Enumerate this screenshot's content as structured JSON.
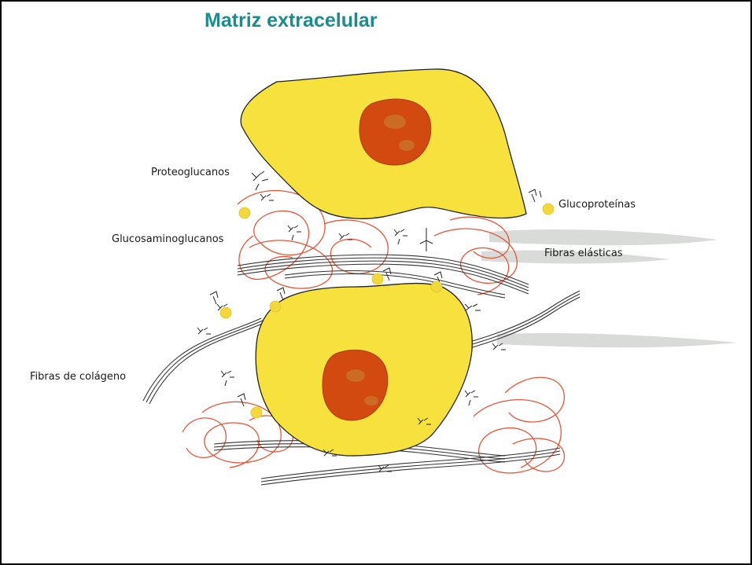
{
  "slide": {
    "title": "Matriz extracelular"
  },
  "diagram": {
    "labels": {
      "proteoglycans": "Proteoglucanos",
      "glycoproteins": "Glucoproteínas",
      "glycosaminoglycans": "Glucosaminoglucanos",
      "elastic_fibers": "Fibras elásticas",
      "collagen_fibers": "Fibras de colágeno"
    },
    "colors": {
      "title": "#1a8c8c",
      "cell": "#f7e13c",
      "nucleus": "#d24a10",
      "nucleus_light": "#c9732c",
      "elastic_fiber": "#d9dbd9",
      "red_fiber": "#e0583c",
      "glycoprotein_dot": "#f2d83a"
    }
  }
}
